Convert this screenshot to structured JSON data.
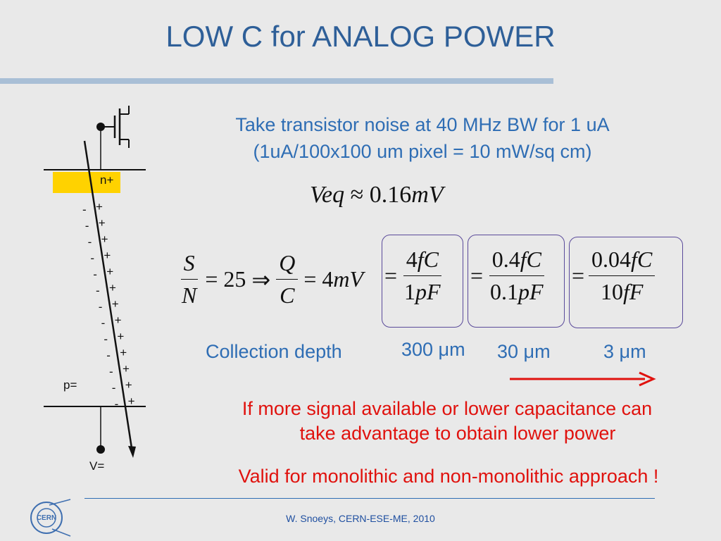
{
  "slide": {
    "title": "LOW C for ANALOG POWER",
    "noise_line1": "Take transistor noise at 40 MHz BW for 1 uA",
    "noise_line2": "(1uA/100x100 um pixel = 10 mW/sq cm)",
    "veq": {
      "lhs": "Veq",
      "approx": "≈",
      "value": "0.16",
      "unit": "mV"
    },
    "equation": {
      "sn_num": "S",
      "sn_den": "N",
      "eq1": "= 25",
      "implies": "⇒",
      "qc_num": "Q",
      "qc_den": "C",
      "eq2": "= 4",
      "mv": "mV"
    },
    "fractions": [
      {
        "eq": "=",
        "num_val": "4",
        "num_unit": "fC",
        "den_val": "1",
        "den_unit": "pF"
      },
      {
        "eq": "=",
        "num_val": "0.4",
        "num_unit": "fC",
        "den_val": "0.1",
        "den_unit": "pF"
      },
      {
        "eq": "=",
        "num_val": "0.04",
        "num_unit": "fC",
        "den_val": "10",
        "den_unit": "fF"
      }
    ],
    "collection_label": "Collection depth",
    "depths": [
      "300 μm",
      "30 μm",
      "3 μm"
    ],
    "conclusion_line1": "If more signal available or lower capacitance can",
    "conclusion_line2": "take advantage to obtain lower power",
    "valid_line": "Valid for monolithic and non-monolithic approach !",
    "footer": "W. Snoeys, CERN-ESE-ME, 2010",
    "logo_text": "CERN"
  },
  "diagram": {
    "n_label": "n+",
    "p_label": "p=",
    "v_label": "V=",
    "minus": "-",
    "plus": "+"
  },
  "colors": {
    "title": "#2e5f98",
    "blue_text": "#2e6db4",
    "red_text": "#e0120e",
    "n_region": "#ffd200",
    "box_border": "#5a4a9a"
  }
}
